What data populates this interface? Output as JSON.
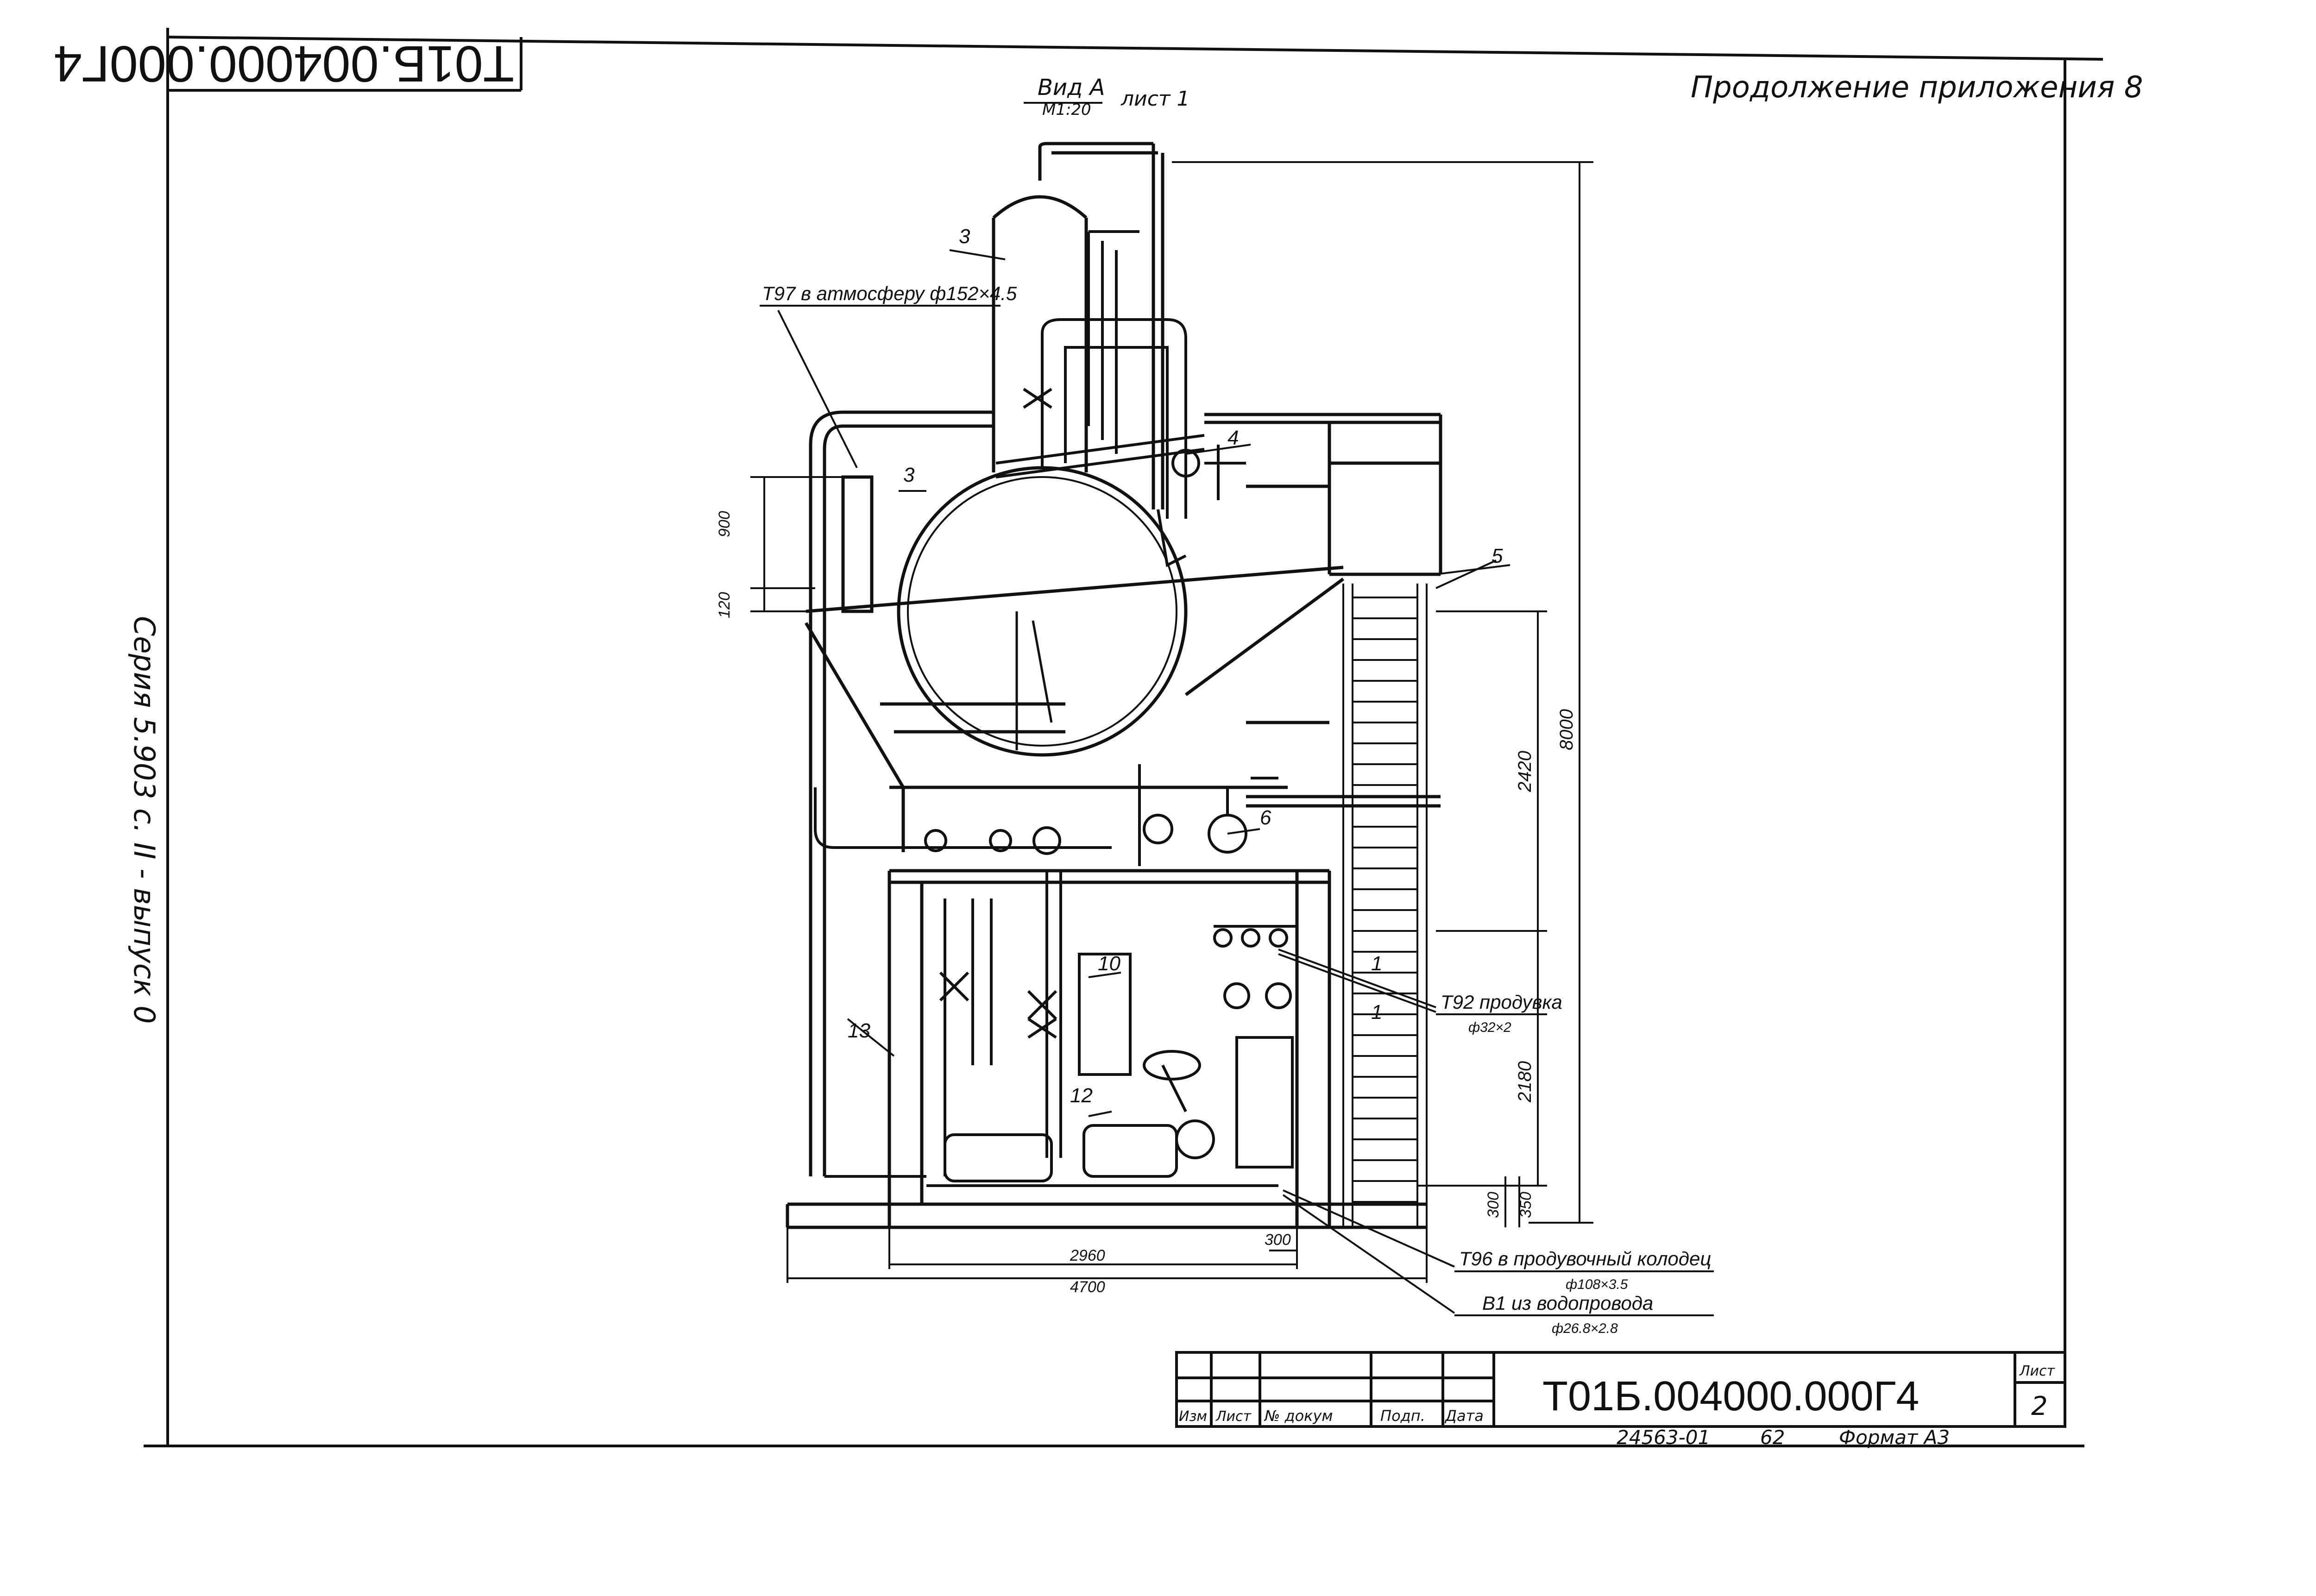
{
  "drawing": {
    "rotated_code": "Т01Б.004000.000Г4",
    "top_right_note": "Продолжение приложения 8",
    "side_text": "Серия 5.903 с. II - выпуск 0",
    "view_title": "Вид А",
    "view_scale": "М1:20",
    "view_sheet": "лист 1"
  },
  "callouts": {
    "t97": "Т97 в атмосферу ф152×4.5",
    "t92_main": "Т92 продувка",
    "t92_sub": "ф32×2",
    "t96_main": "Т96 в продувочный колодец",
    "t96_sub": "ф108×3.5",
    "b1_main": "В1 из водопровода",
    "b1_sub": "ф26.8×2.8"
  },
  "positions": {
    "p3a": "3",
    "p3b": "3",
    "p4": "4",
    "p5": "5",
    "p6": "6",
    "p10": "10",
    "p12": "12",
    "p13": "13",
    "p1a": "1",
    "p1b": "1"
  },
  "dimensions": {
    "d900": "900",
    "d120": "120",
    "d8000": "8000",
    "d2420": "2420",
    "d2180": "2180",
    "d300v": "300",
    "d350": "350",
    "d2960": "2960",
    "d300h": "300",
    "d4700": "4700"
  },
  "title_block": {
    "doc_code": "Т01Б.004000.000Г4",
    "sheet_label": "Лист",
    "sheet_number": "2",
    "col_izm": "Изм",
    "col_list": "Лист",
    "col_ndoc": "№ докум",
    "col_podp": "Подп.",
    "col_data": "Дата",
    "footer_num": "24563-01",
    "footer_62": "62",
    "footer_format": "Формат А3"
  }
}
